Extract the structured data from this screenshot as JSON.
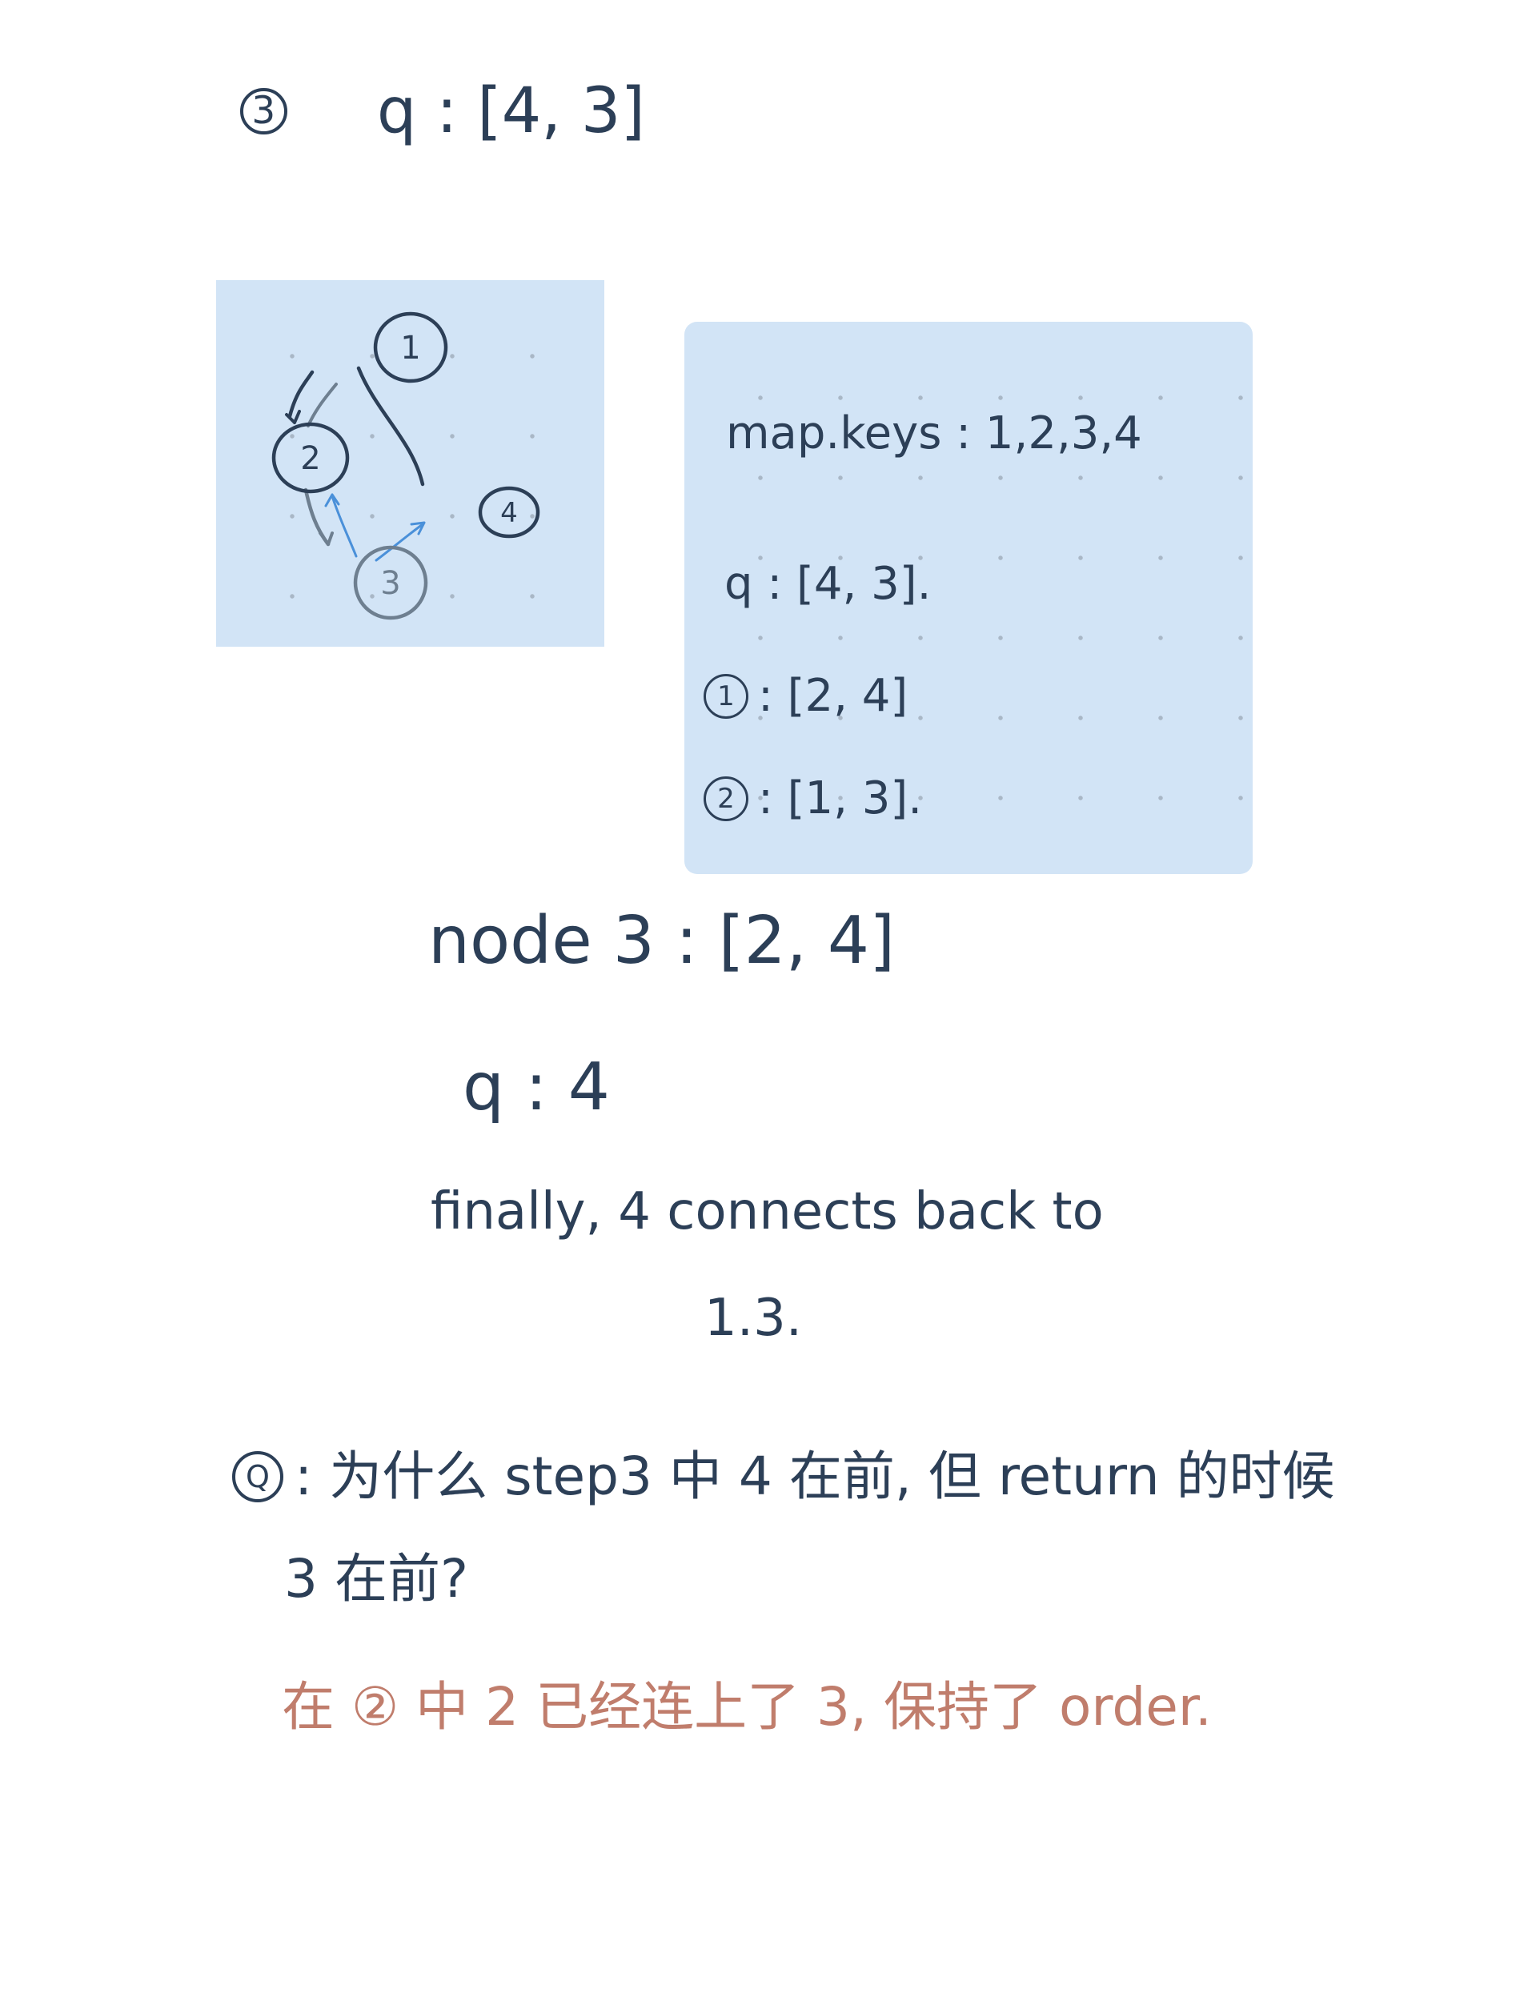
{
  "step": {
    "number": "3",
    "queue_text": "q : [4, 3]"
  },
  "graph": {
    "nodes": [
      {
        "id": "1",
        "color": "#2c3f57"
      },
      {
        "id": "2",
        "color": "#2c3f57"
      },
      {
        "id": "3",
        "color": "#6e7f90"
      },
      {
        "id": "4",
        "color": "#2c3f57"
      }
    ],
    "colors": {
      "ink": "#2c3f57",
      "faded": "#6e7f90",
      "highlight": "#4a90d9"
    }
  },
  "map_panel": {
    "keys_text": "map.keys : 1,2,3,4",
    "q_text": "q : [4, 3].",
    "node1": {
      "num": "1",
      "text": ": [2, 4]"
    },
    "node2": {
      "num": "2",
      "text": ": [1, 3]."
    }
  },
  "notes": {
    "node3_text": "node 3 : [2, 4]",
    "q_text": "q : 4",
    "finally_text": "finally, 4 connects back to",
    "finally_cont": "1.3."
  },
  "question": {
    "label": "Q",
    "text": ": 为什么 step3 中 4 在前, 但 return 的时候",
    "text_cont": "3 在前?"
  },
  "answer": {
    "text": "在 ② 中 2 已经连上了 3, 保持了 order.",
    "color": "#c07d6c"
  }
}
